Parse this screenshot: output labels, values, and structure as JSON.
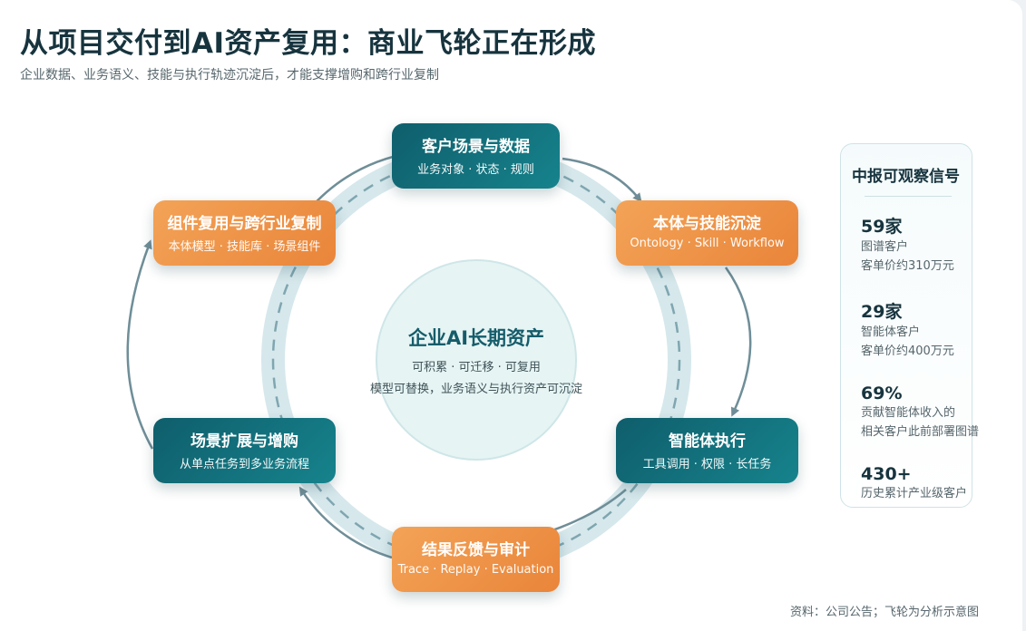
{
  "title": "从项目交付到AI资产复用：商业飞轮正在形成",
  "subtitle": "企业数据、业务语义、技能与执行轨迹沉淀后，才能支撑增购和跨行业复制",
  "center": {
    "title": "企业AI长期资产",
    "line1": "可积累 · 可迁移 · 可复用",
    "line2": "模型可替换，业务语义与执行资产可沉淀"
  },
  "nodes": [
    {
      "title": "客户场景与数据",
      "sub": "业务对象 · 状态 · 规则",
      "color": "teal"
    },
    {
      "title": "本体与技能沉淀",
      "sub": "Ontology · Skill · Workflow",
      "color": "orange"
    },
    {
      "title": "智能体执行",
      "sub": "工具调用 · 权限 · 长任务",
      "color": "teal"
    },
    {
      "title": "结果反馈与审计",
      "sub": "Trace · Replay · Evaluation",
      "color": "orange"
    },
    {
      "title": "场景扩展与增购",
      "sub": "从单点任务到多业务流程",
      "color": "teal"
    },
    {
      "title": "组件复用与跨行业复制",
      "sub": "本体模型 · 技能库 · 场景组件",
      "color": "orange"
    }
  ],
  "panel": {
    "title": "中报可观察信号",
    "stats": [
      {
        "value": "59家",
        "lines": [
          "图谱客户",
          "客单价约310万元"
        ]
      },
      {
        "value": "29家",
        "lines": [
          "智能体客户",
          "客单价约400万元"
        ]
      },
      {
        "value": "69%",
        "lines": [
          "贡献智能体收入的",
          "相关客户此前部署图谱"
        ]
      },
      {
        "value": "430+",
        "lines": [
          "历史累计产业级客户"
        ]
      }
    ]
  },
  "source": "资料：公司公告；飞轮为分析示意图",
  "colors": {
    "teal": "#0f5e6c",
    "orange": "#ee9548",
    "ring": "#d6e8ec",
    "arrow": "#6f8e98"
  }
}
